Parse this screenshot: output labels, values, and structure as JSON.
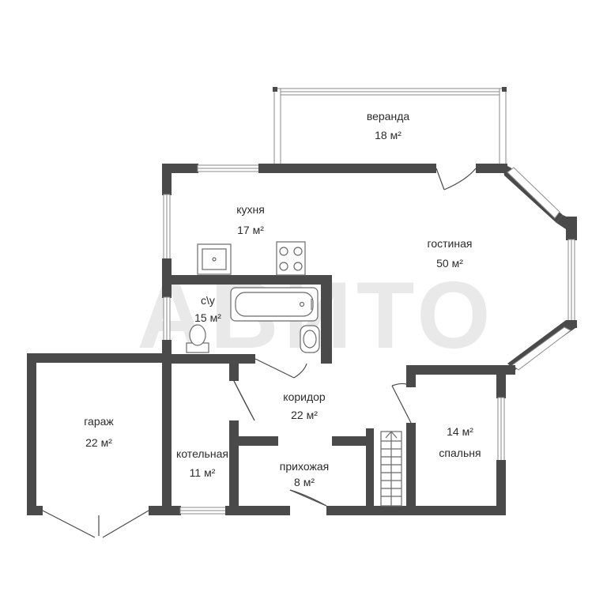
{
  "rooms": [
    {
      "id": "veranda",
      "name": "веранда",
      "area": "18 м²"
    },
    {
      "id": "kitchen",
      "name": "кухня",
      "area": "17 м²"
    },
    {
      "id": "living",
      "name": "гостиная",
      "area": "50 м²"
    },
    {
      "id": "bathroom",
      "name": "с\\у",
      "area": "15 м²"
    },
    {
      "id": "corridor",
      "name": "коридор",
      "area": "22 м²"
    },
    {
      "id": "garage",
      "name": "гараж",
      "area": "22 м²"
    },
    {
      "id": "boiler",
      "name": "котельная",
      "area": "11 м²"
    },
    {
      "id": "hallway",
      "name": "прихожая",
      "area": "8 м²"
    },
    {
      "id": "bedroom",
      "name": "спальня",
      "area": "14 м²"
    }
  ],
  "watermark": "АВИТО",
  "colors": {
    "wall": "#4a4a4a",
    "background": "#ffffff",
    "text": "#2b2b2b",
    "watermark": "#e9e9e9"
  }
}
